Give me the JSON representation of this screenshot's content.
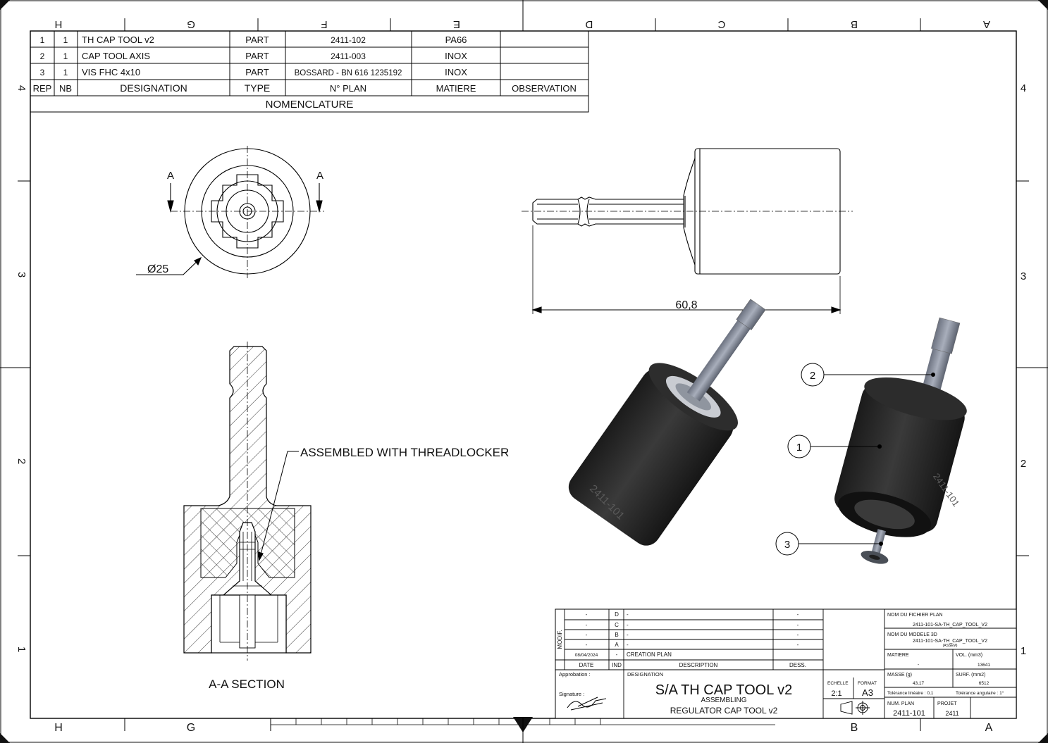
{
  "grid": {
    "top_cols": [
      "H",
      "G",
      "F",
      "E",
      "D",
      "C",
      "B",
      "A"
    ],
    "bottom_cols": [
      "H",
      "G",
      "B",
      "A"
    ],
    "rows": [
      "4",
      "3",
      "2",
      "1"
    ]
  },
  "bom": {
    "title": "NOMENCLATURE",
    "headers": [
      "REP",
      "NB",
      "DESIGNATION",
      "TYPE",
      "N° PLAN",
      "MATIERE",
      "OBSERVATION"
    ],
    "rows": [
      [
        "1",
        "1",
        "TH CAP TOOL v2",
        "PART",
        "2411-102",
        "PA66",
        ""
      ],
      [
        "2",
        "1",
        "CAP TOOL AXIS",
        "PART",
        "2411-003",
        "INOX",
        ""
      ],
      [
        "3",
        "1",
        "VIS FHC 4x10",
        "PART",
        "BOSSARD - BN 616 1235192",
        "INOX",
        ""
      ]
    ]
  },
  "views": {
    "section_marker": "A",
    "diameter_label": "Ø25",
    "length_label": "60,8",
    "section_title": "A-A SECTION",
    "note": "ASSEMBLED WITH THREADLOCKER",
    "engraving": "2411-101",
    "balloons": [
      "1",
      "2",
      "3"
    ]
  },
  "revisions": {
    "modif_label": "MODIF.",
    "rows": [
      {
        "date": "-",
        "ind": "D",
        "desc": "-",
        "dess": "-"
      },
      {
        "date": "-",
        "ind": "C",
        "desc": "-",
        "dess": "-"
      },
      {
        "date": "-",
        "ind": "B",
        "desc": "-",
        "dess": "-"
      },
      {
        "date": "-",
        "ind": "A",
        "desc": "-",
        "dess": "-"
      },
      {
        "date": "08/04/2024",
        "ind": "-",
        "desc": "CREATION PLAN",
        "dess": ""
      }
    ],
    "headers": {
      "date": "DATE",
      "ind": "IND",
      "desc": "DESCRIPTION",
      "dess": "DESS."
    }
  },
  "title_block": {
    "approbation": "Approbation :",
    "signature": "Signature :",
    "designation_label": "DESIGNATION",
    "title": "S/A TH CAP TOOL v2",
    "subtitle1": "ASSEMBLING",
    "subtitle2": "REGULATOR CAP TOOL v2",
    "echelle_label": "ECHELLE",
    "echelle": "2:1",
    "format_label": "FORMAT",
    "format": "A3",
    "file_label": "NOM DU FICHIER PLAN",
    "file": "2411-101-SA-TH_CAP_TOOL_V2",
    "model_label": "NOM DU MODELE 3D",
    "model": "2411-101-SA-TH_CAP_TOOL_V2",
    "model_sub": "(ASSEM)",
    "matiere_label": "MATIERE",
    "matiere": "-",
    "vol_label": "VOL. (mm3)",
    "vol": "13641",
    "masse_label": "MASSE (g)",
    "masse": "43,17",
    "surf_label": "SURF. (mm2)",
    "surf": "6512",
    "tol_lin": "Tolérance linéaire : 0,1",
    "tol_ang": "Tolérance angulaire : 1°",
    "num_plan_label": "NUM. PLAN",
    "num_plan": "2411-101",
    "projet_label": "PROJET",
    "projet": "2411"
  }
}
